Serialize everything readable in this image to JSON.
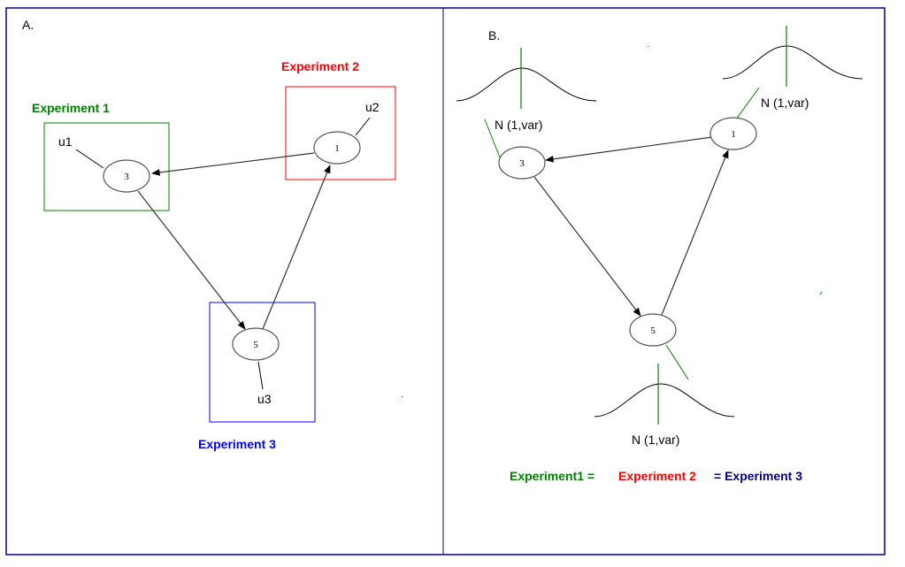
{
  "colors": {
    "frame": "#000080",
    "experiment1": "#008000",
    "experiment2": "#ff0000",
    "experiment3": "#0000ff",
    "experiment3_equation": "#000080",
    "node_stroke": "#555555",
    "edge": "#333333",
    "gaussian_marker": "#008000"
  },
  "panelA": {
    "label": "A.",
    "experiments": [
      {
        "id": "exp1",
        "label": "Experiment 1",
        "node": "3",
        "input": "u1"
      },
      {
        "id": "exp2",
        "label": "Experiment 2",
        "node": "1",
        "input": "u2"
      },
      {
        "id": "exp3",
        "label": "Experiment 3",
        "node": "5",
        "input": "u3"
      }
    ],
    "edges": [
      {
        "from": "1",
        "to": "3"
      },
      {
        "from": "3",
        "to": "5"
      },
      {
        "from": "5",
        "to": "1"
      }
    ]
  },
  "panelB": {
    "label": "B.",
    "nodes": [
      "3",
      "1",
      "5"
    ],
    "distribution_label": "N (1,var)",
    "equation": {
      "part1": "Experiment1 =",
      "part2": "Experiment 2",
      "part3": "= Experiment 3"
    }
  }
}
